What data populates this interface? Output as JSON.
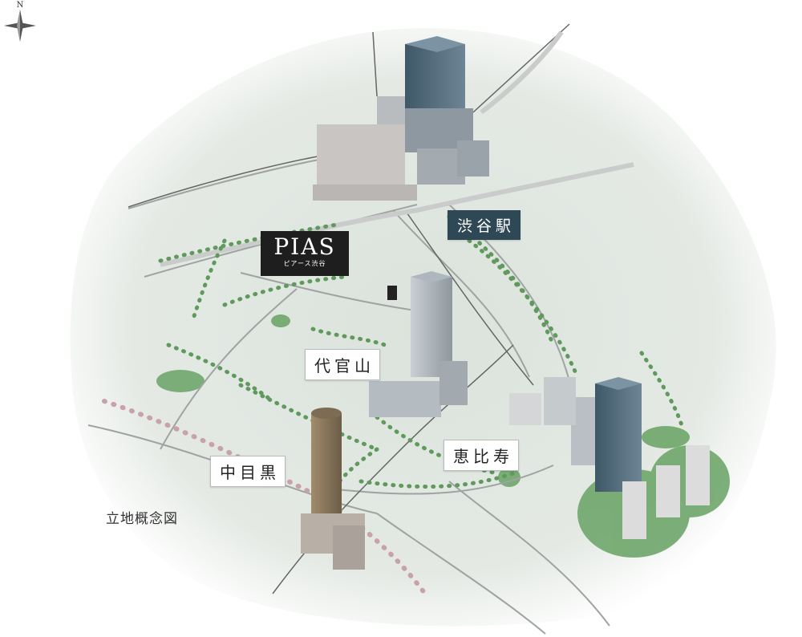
{
  "map": {
    "caption": "立地概念図",
    "compass_letter": "N"
  },
  "brand": {
    "name": "PIAS",
    "sub": "ピアース渋谷"
  },
  "places": {
    "shibuya": "渋谷駅",
    "daikanyama": "代官山",
    "ebisu": "恵比寿",
    "nakameguro": "中目黒"
  },
  "colors": {
    "map_base": "#dfe6e0",
    "railway": "#c5c7c6",
    "road": "#9a9e9d",
    "tree": "#5f9a5c",
    "station_label_bg": "#2f4855",
    "brand_bg": "#1e1e1e",
    "river_dot": "#e3a2b0"
  }
}
